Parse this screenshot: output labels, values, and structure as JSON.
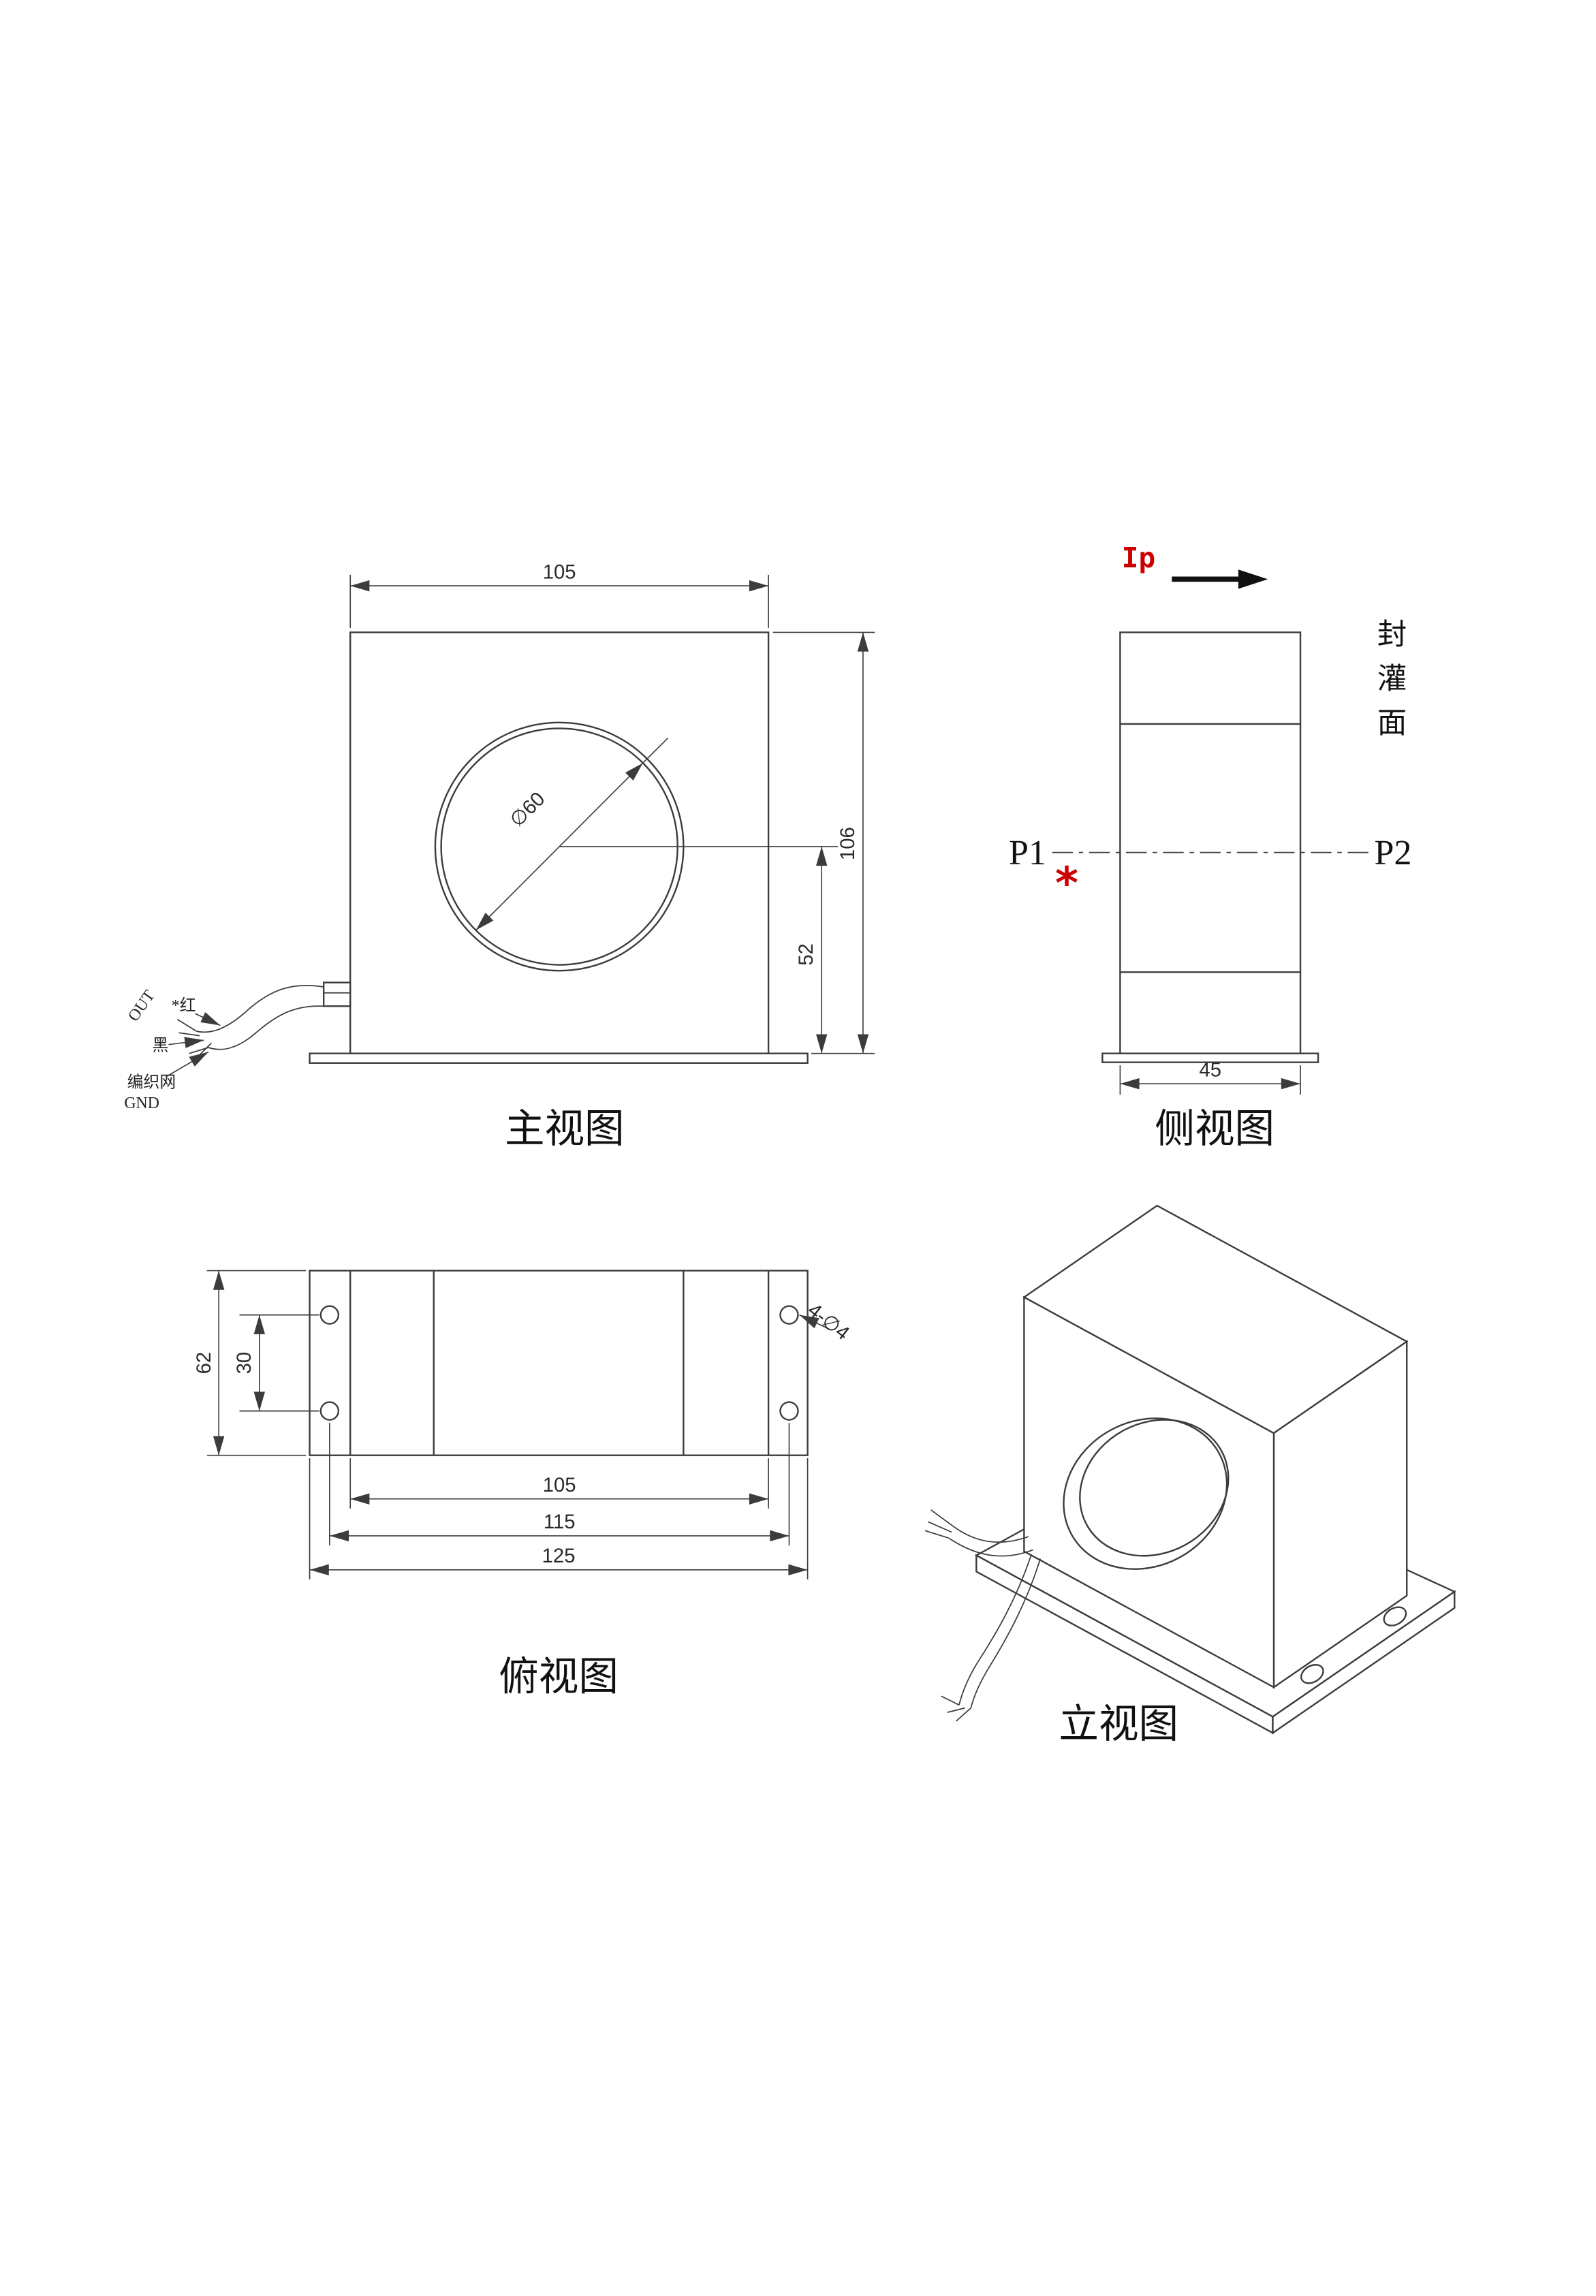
{
  "colors": {
    "line": "#3c3c3c",
    "red": "#cc0000"
  },
  "front_view": {
    "caption": "主视图",
    "dim_width_top": "105",
    "dim_height_right": "106",
    "dim_hole_diameter": "∅60",
    "dim_center_height": "52",
    "wire_labels": {
      "out": "OUT",
      "red_wire": "*红",
      "black_wire": "黑",
      "braid": "编织网",
      "gnd": "GND"
    }
  },
  "side_view": {
    "caption": "侧视图",
    "dim_depth": "45",
    "current_label": "Ip",
    "terminal_p1": "P1",
    "terminal_p2": "P2",
    "polarity_mark": "*",
    "potting_face_chars": [
      "封",
      "灌",
      "面"
    ]
  },
  "top_view": {
    "caption": "俯视图",
    "dim_plate_width": "62",
    "dim_hole_spacing_y": "30",
    "dim_body_width": "105",
    "dim_hole_spacing_x": "115",
    "dim_plate_length": "125",
    "holes_label": "4-∅4"
  },
  "iso_view": {
    "caption": "立视图"
  }
}
